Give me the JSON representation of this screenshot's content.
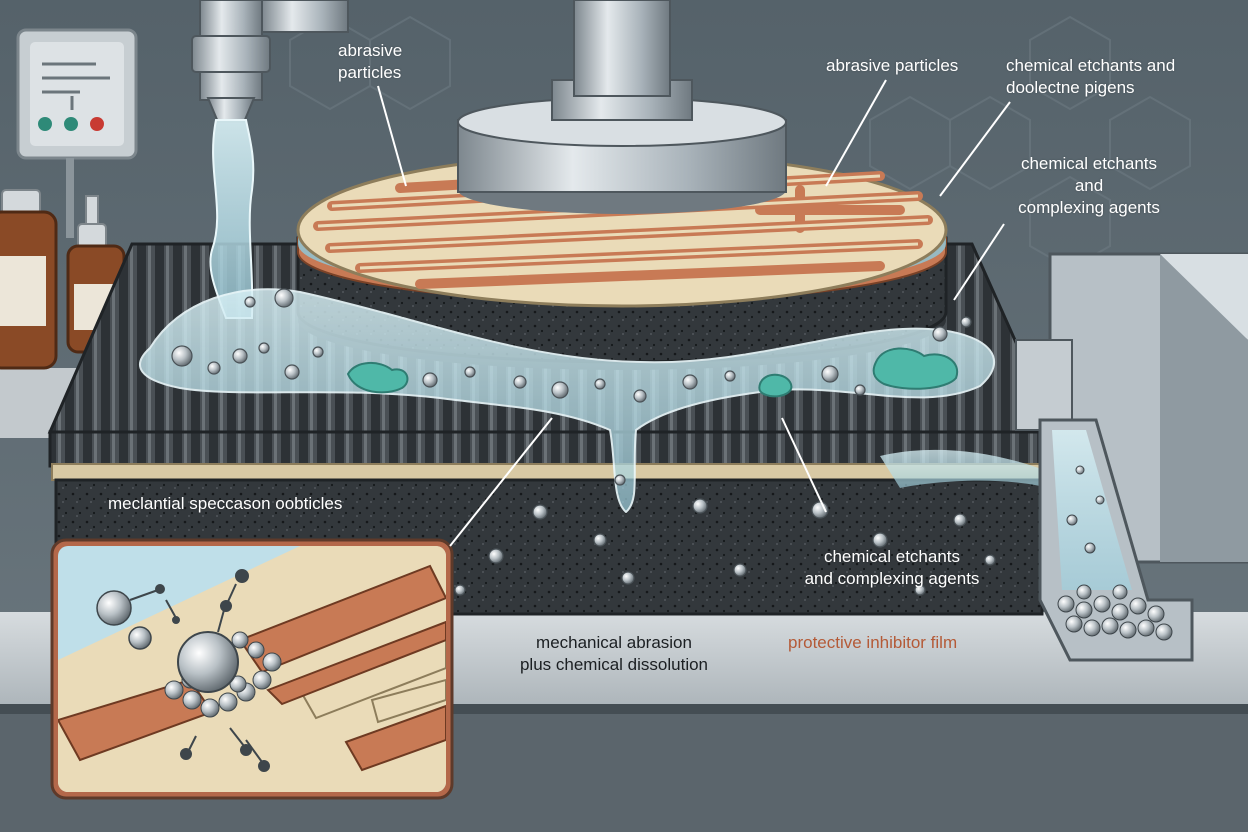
{
  "labels": {
    "abrasive_particles_left": "abrasive\nparticles",
    "abrasive_particles_top": "abrasive particles",
    "etchants_dielectric": "chemical etchants and\ndoolectne pigens",
    "etchants_complexing_right": "chemical etchants\nand\ncomplexing agents",
    "mechanical_speccason": "meclantial speccason oobticles",
    "etchants_complexing_lower": "chemical etchants\nand complexing agents",
    "mechanical_abrasion": "mechanical abrasion\nplus chemical dissolution",
    "inhibitor_film": "protective inhibitor film"
  },
  "colors": {
    "background": "#5f6b73",
    "copper": "#c87a55",
    "wafer_cream": "#eadbb8",
    "slurry": "#bfe4ee",
    "pad_dark": "#2b2f33",
    "inhibitor_text": "#b45a37",
    "steel": "#aeb8bf"
  },
  "icons": {
    "control_panel": "control-box-icon",
    "bottles": "chemical-bottle-icon",
    "nozzle": "slurry-nozzle-icon"
  }
}
